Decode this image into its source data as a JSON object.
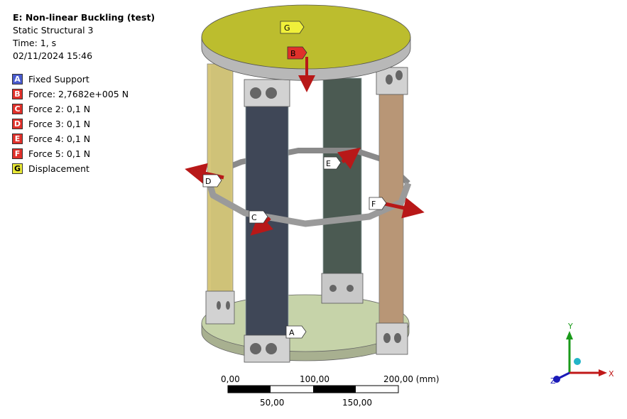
{
  "header": {
    "title": "E: Non-linear Buckling (test)",
    "analysis": "Static Structural 3",
    "time": "Time: 1, s",
    "date": "02/11/2024 15:46"
  },
  "legend": [
    {
      "tag": "A",
      "label": "Fixed Support",
      "color": "#4a5ccf"
    },
    {
      "tag": "B",
      "label": "Force: 2,7682e+005 N",
      "color": "#e0302a"
    },
    {
      "tag": "C",
      "label": "Force 2: 0,1 N",
      "color": "#e0302a"
    },
    {
      "tag": "D",
      "label": "Force 3: 0,1 N",
      "color": "#e0302a"
    },
    {
      "tag": "E",
      "label": "Force 4: 0,1 N",
      "color": "#e0302a"
    },
    {
      "tag": "F",
      "label": "Force 5: 0,1 N",
      "color": "#e0302a"
    },
    {
      "tag": "G",
      "label": "Displacement",
      "color": "#e8e836"
    }
  ],
  "model_tags": {
    "A": "A",
    "B": "B",
    "C": "C",
    "D": "D",
    "E": "E",
    "F": "F",
    "G": "G"
  },
  "scale": {
    "top_labels": [
      "0,00",
      "100,00",
      "200,00 (mm)"
    ],
    "bottom_labels": [
      "50,00",
      "150,00"
    ]
  },
  "triad": {
    "x": "X",
    "y": "Y",
    "z": "Z"
  }
}
